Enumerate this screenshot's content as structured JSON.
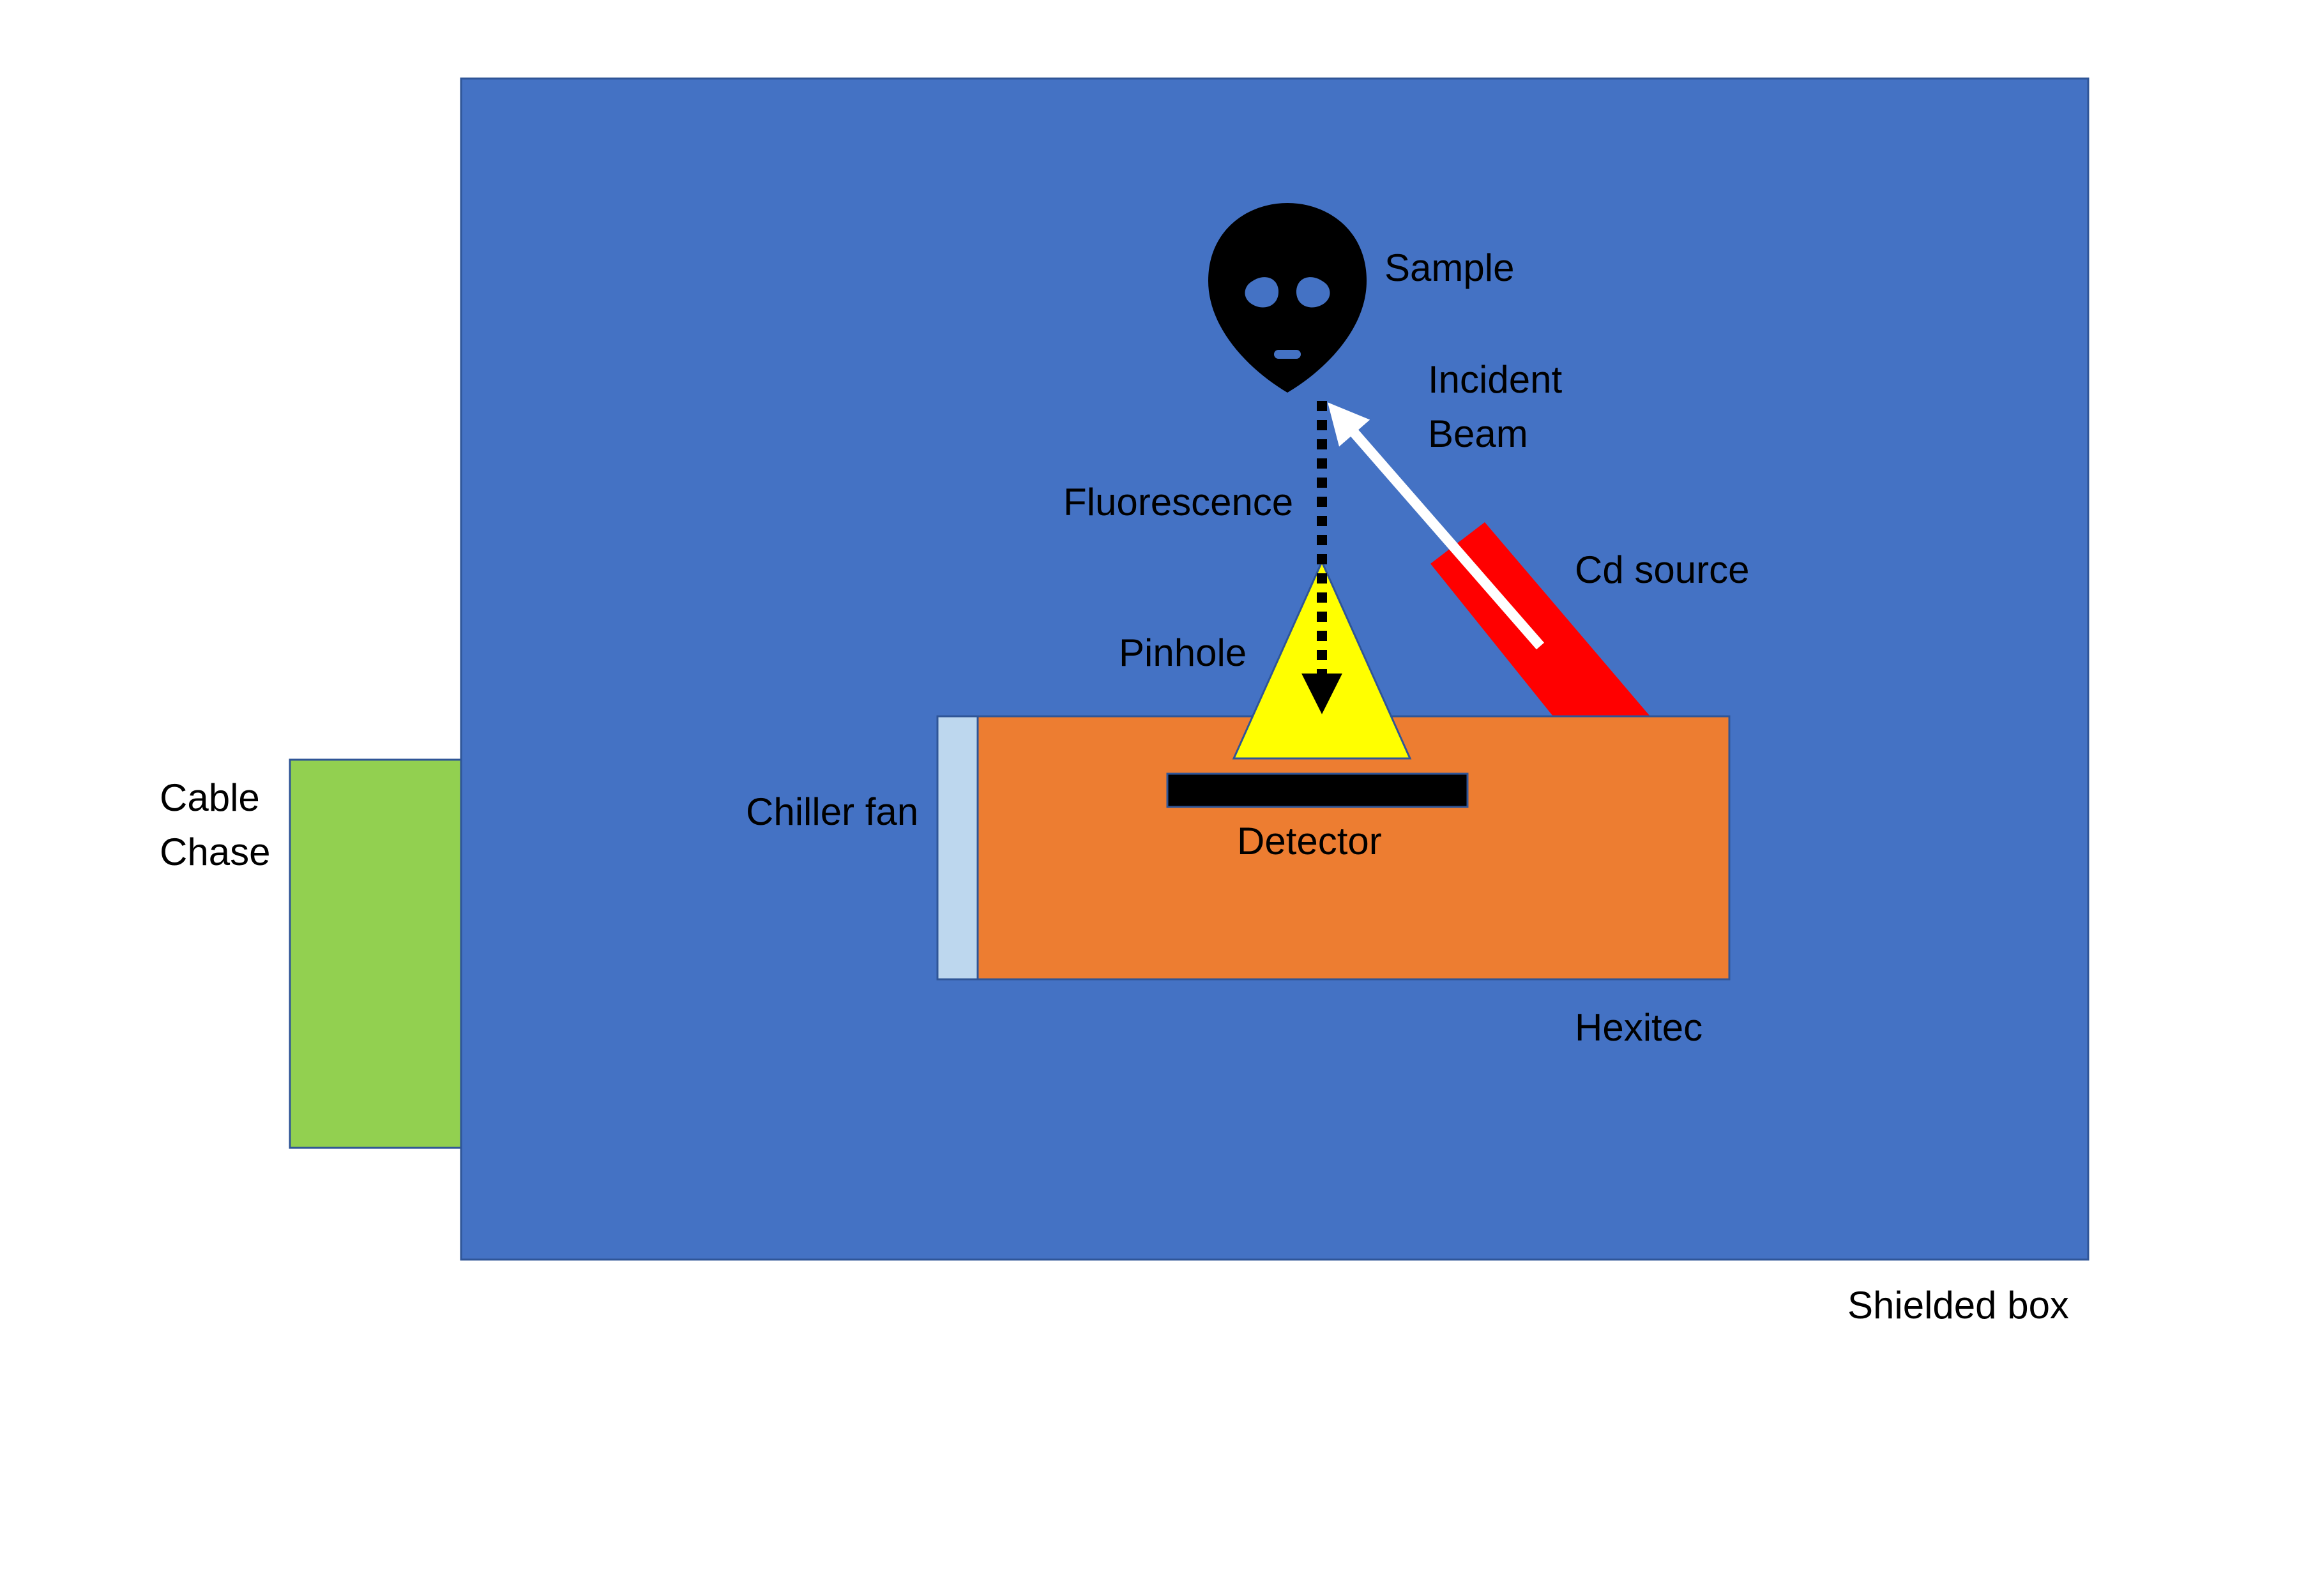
{
  "labels": {
    "sample": "Sample",
    "incident_beam_line1": "Incident",
    "incident_beam_line2": "Beam",
    "fluorescence": "Fluorescence",
    "cd_source": "Cd source",
    "pinhole": "Pinhole",
    "chiller_fan": "Chiller fan",
    "detector": "Detector",
    "hexitec": "Hexitec",
    "cable_chase_line1": "Cable",
    "cable_chase_line2": "Chase",
    "shielded_box": "Shielded box"
  },
  "colors": {
    "shielded_box": "#4472C4",
    "cable_chase": "#92D050",
    "hexitec": "#ED7D31",
    "chiller_fan": "#BDD7EE",
    "pinhole": "#FFFF00",
    "cd_source": "#FF0000",
    "detector": "#000000",
    "sample": "#000000",
    "incident_beam": "#FFFFFF",
    "fluorescence": "#000000"
  },
  "icons": {
    "sample": "alien-head-icon"
  }
}
